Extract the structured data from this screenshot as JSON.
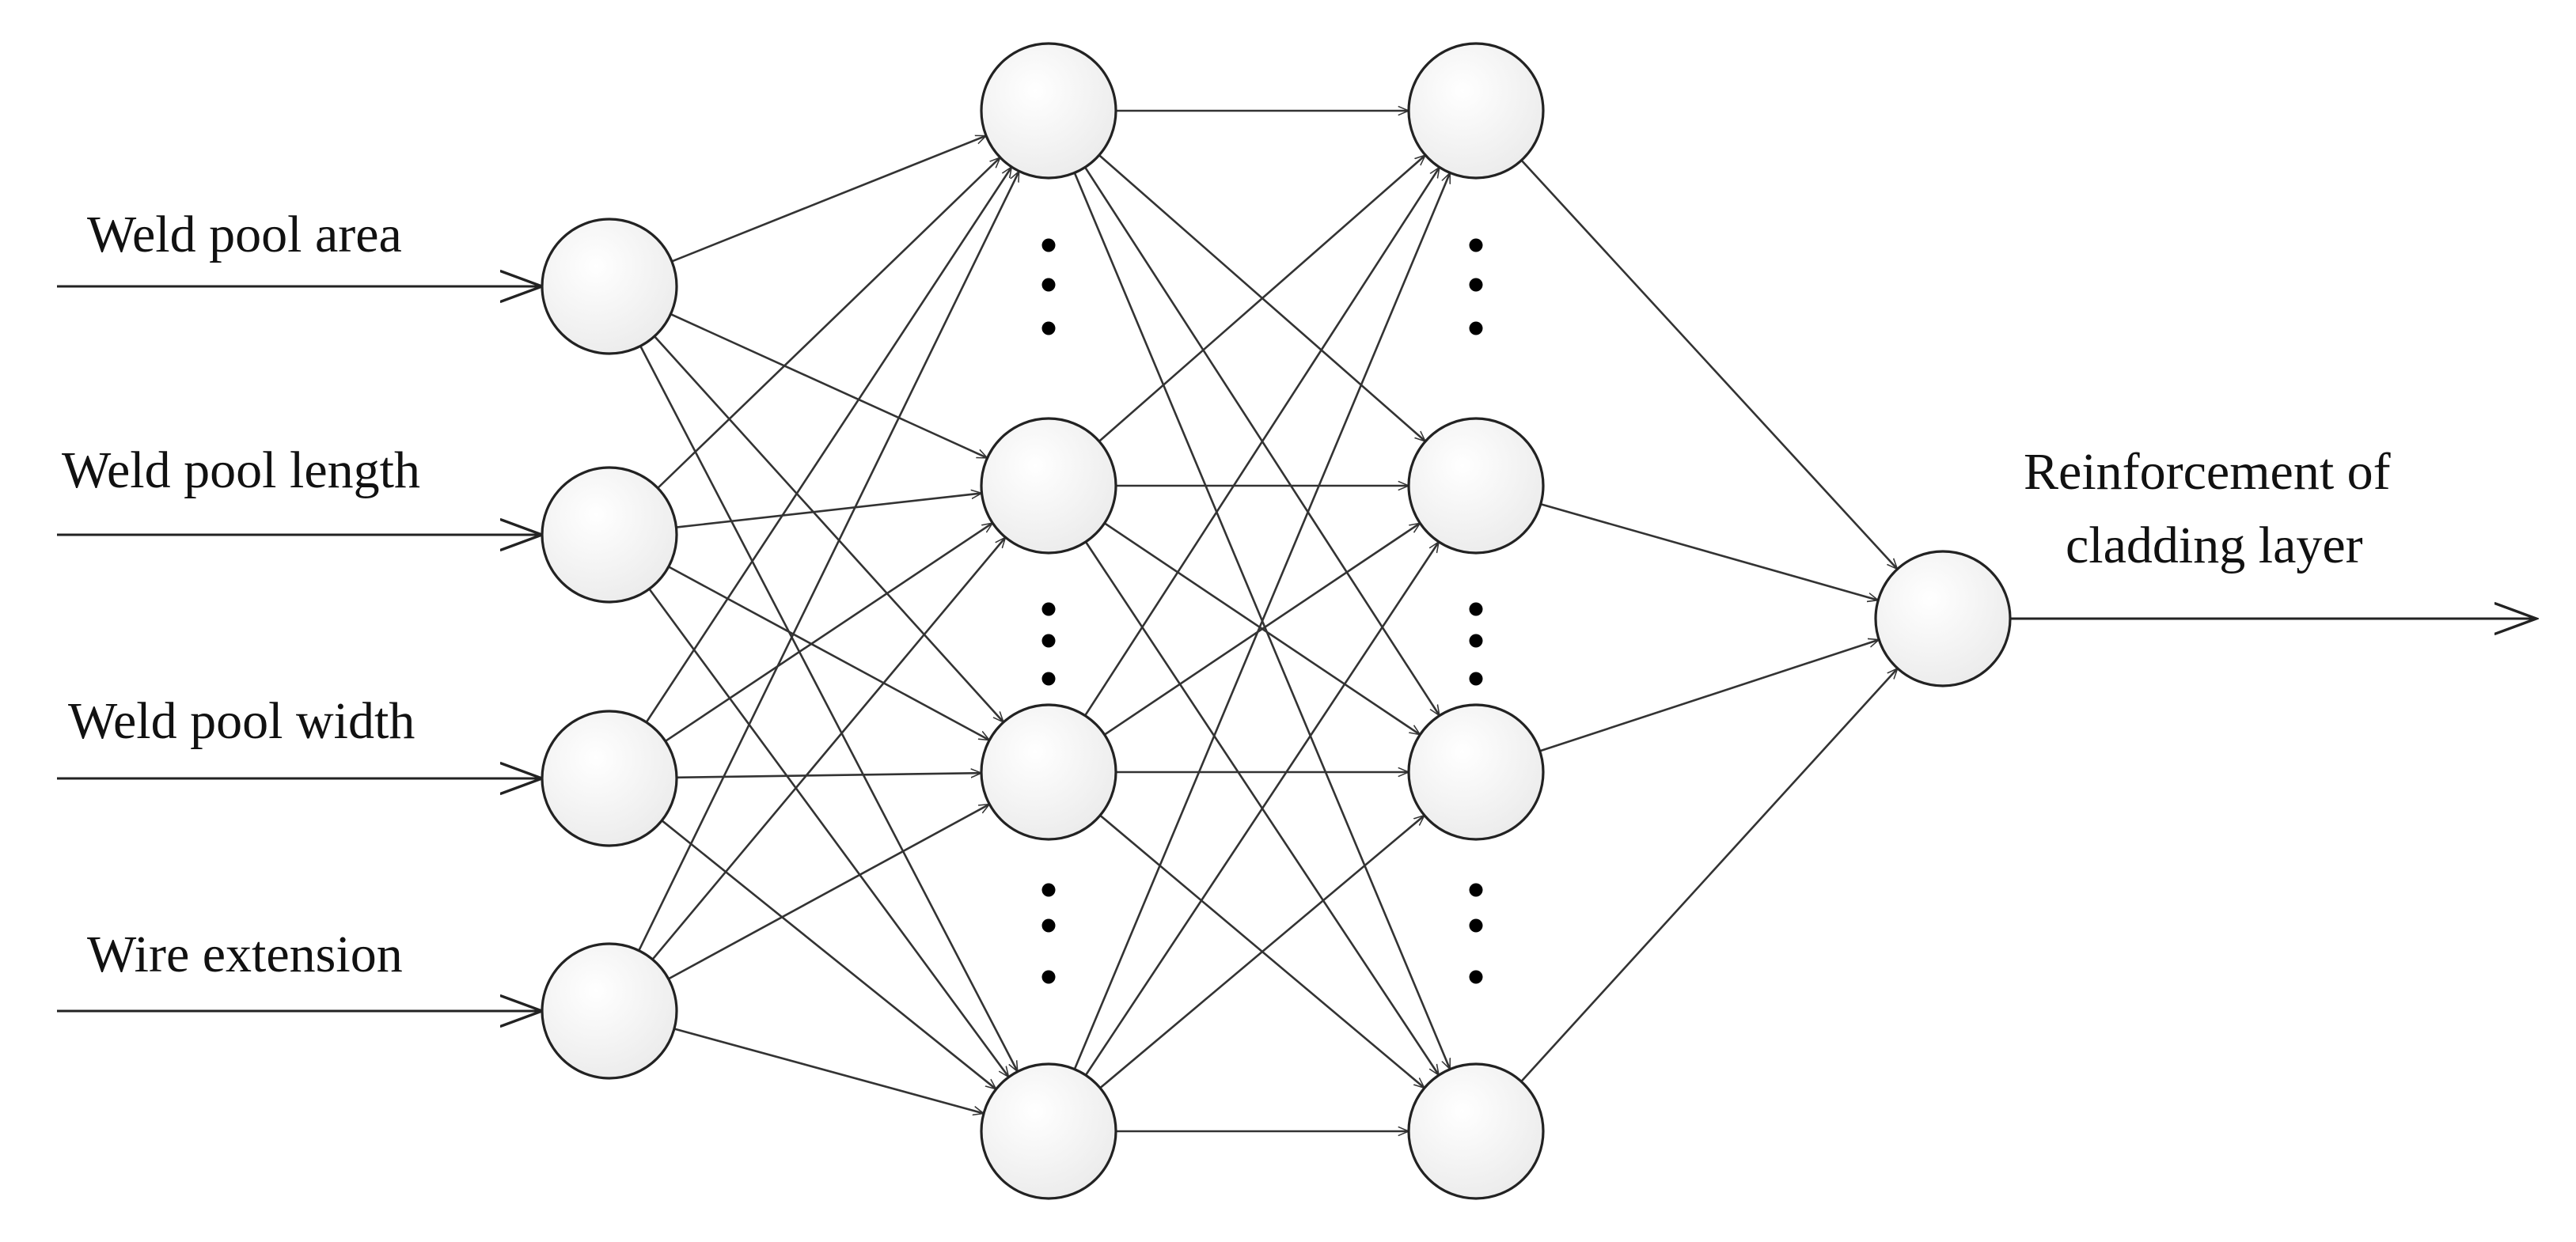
{
  "inputs": [
    {
      "label": "Weld pool area"
    },
    {
      "label": "Weld pool length"
    },
    {
      "label": "Weld pool width"
    },
    {
      "label": "Wire extension"
    }
  ],
  "output": {
    "label_lines": [
      "Reinforcement of",
      "cladding layer"
    ]
  },
  "structure": {
    "input_count": 4,
    "hidden_layers": 2,
    "hidden_nodes_drawn": 4,
    "output_count": 1,
    "ellipsis_between_hidden_nodes": true
  },
  "colors": {
    "line": "#333333",
    "node_fill_center": "#ffffff",
    "node_fill_edge": "#ebebeb",
    "text": "#111111"
  }
}
